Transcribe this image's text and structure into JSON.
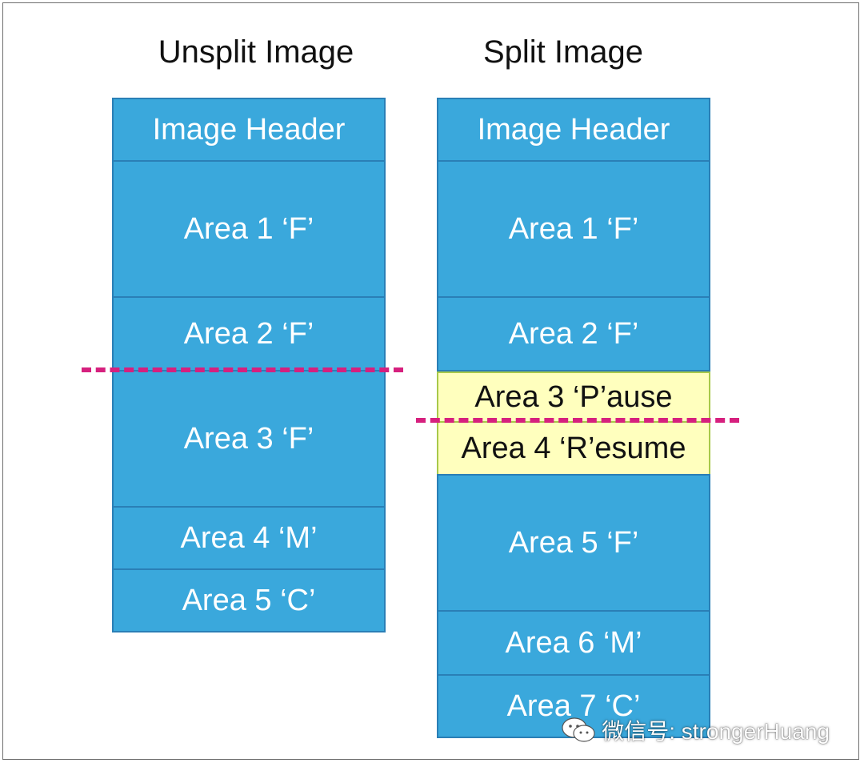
{
  "left_column": {
    "title": "Unsplit Image",
    "areas": [
      {
        "label": "Image Header"
      },
      {
        "label": "Area 1 ‘F’"
      },
      {
        "label": "Area 2 ‘F’"
      },
      {
        "label": "Area 3 ‘F’"
      },
      {
        "label": "Area 4 ‘M’"
      },
      {
        "label": "Area 5 ‘C’"
      }
    ]
  },
  "right_column": {
    "title": "Split Image",
    "areas": [
      {
        "label": "Image Header"
      },
      {
        "label": "Area 1 ‘F’"
      },
      {
        "label": "Area 2 ‘F’"
      },
      {
        "label": "Area 3 ‘P’ause"
      },
      {
        "label": "Area 4 ‘R’esume"
      },
      {
        "label": "Area 5 ‘F’"
      },
      {
        "label": "Area 6 ‘M’"
      },
      {
        "label": "Area 7 ‘C’"
      }
    ]
  },
  "colors": {
    "area_fill": "#3aa8dc",
    "area_border": "#2a7fb6",
    "highlight_fill": "#ffffbe",
    "split_line": "#d6207e"
  },
  "watermark": {
    "text": "微信号: strongerHuang"
  }
}
